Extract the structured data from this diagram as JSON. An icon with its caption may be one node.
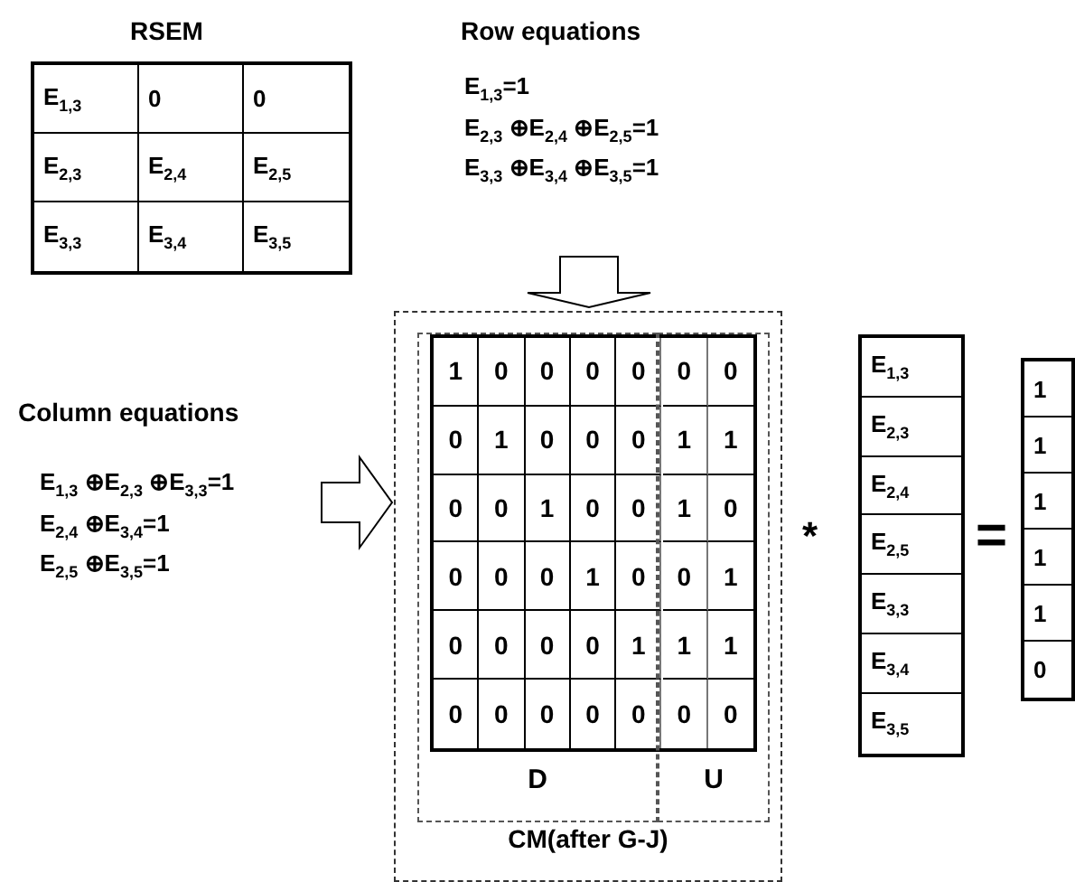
{
  "diagram": {
    "nodes": [
      {
        "text": [
          "Row equations",
          "E$_{1,3}$=1",
          "E$_{2,3}$ ⊕E$_{2,4}$ ⊕E$_{2,5}$=1",
          "E$_{3,3}$ ⊕E$_{3,4}$ ⊕E$_{3,5}$=1"
        ]
      },
      {
        "text": [
          "Column equations",
          "E$_{1,3}$ ⊕E$_{2,3}$ ⊕E$_{3,3}$=1",
          "E$_{2,4}$ ⊕E$_{3,4}$=1",
          "E$_{2,5}$ ⊕E$_{3,5}$=1"
        ]
      },
      {
        "text": [
          "CM(after G-J)"
        ]
      },
      {
        "text": [
          "D"
        ],
        "in": 2
      },
      {
        "text": [
          "U"
        ],
        "in": 2
      }
    ],
    "edges": [
      {
        "from": 0,
        "to": 2,
        "arrow": "to"
      },
      {
        "from": 1,
        "to": 2,
        "arrow": "to"
      }
    ],
    "labels": [
      "RSEM",
      "E$_{1,3}$",
      "0",
      "0",
      "E$_{2,3}$",
      "E$_{2,4}$",
      "E$_{2,5}$",
      "E$_{3,3}$",
      "E$_{3,4}$",
      "E$_{3,5}$",
      "1",
      "0",
      "0",
      "0",
      "0",
      "0",
      "0",
      "0",
      "1",
      "0",
      "0",
      "0",
      "1",
      "1",
      "0",
      "0",
      "1",
      "0",
      "0",
      "1",
      "0",
      "0",
      "0",
      "0",
      "1",
      "0",
      "0",
      "1",
      "0",
      "0",
      "0",
      "0",
      "1",
      "1",
      "1",
      "0",
      "0",
      "0",
      "0",
      "0",
      "0",
      "0",
      "*",
      "E$_{1,3}$",
      "E$_{2,3}$",
      "E$_{2,4}$",
      "E$_{2,5}$",
      "E$_{3,3}$",
      "E$_{3,4}$",
      "E$_{3,5}$",
      "=",
      "1",
      "1",
      "1",
      "1",
      "1",
      "0"
    ]
  }
}
